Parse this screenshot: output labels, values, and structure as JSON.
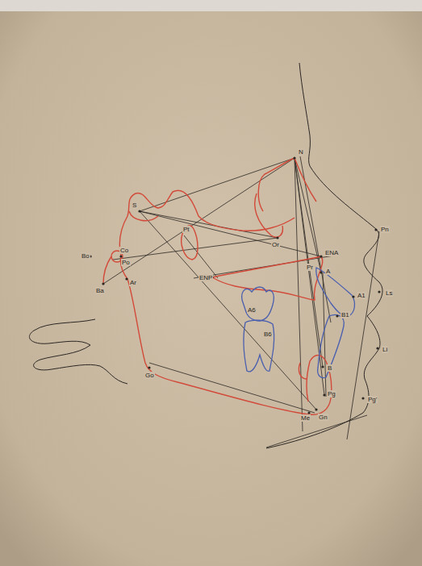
{
  "diagram": {
    "labels": [
      "N",
      "S",
      "Pt",
      "Or",
      "Pn",
      "ENA",
      "A",
      "Pr",
      "ENP",
      "A1",
      "Ls",
      "B1",
      "Li",
      "B",
      "Pg",
      "Pg'",
      "Gn",
      "Me",
      "Go",
      "Ba",
      "Bo",
      "Co",
      "Po",
      "Ar",
      "A6",
      "B6"
    ]
  }
}
